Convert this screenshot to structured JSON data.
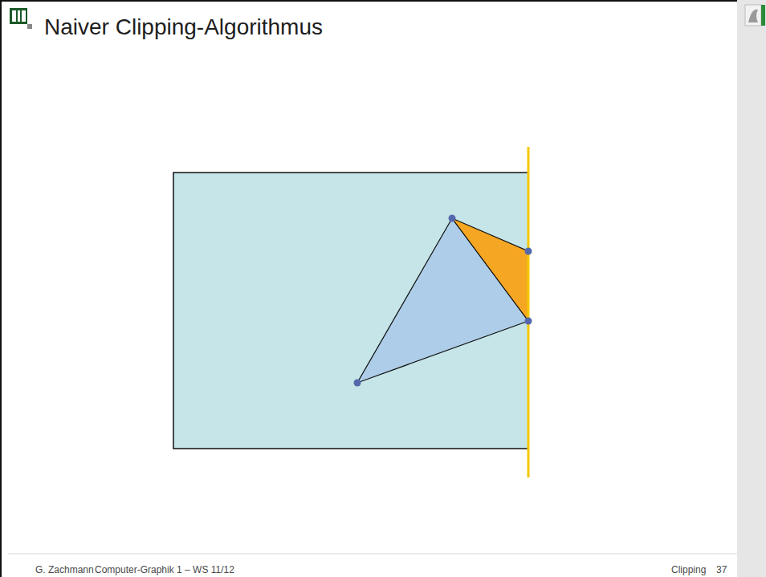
{
  "diagram": {
    "title": "Naiver Clipping-Algorithmus",
    "labels": [
      "G. Zachmann",
      "Computer-Graphik 1 – WS 11/12",
      "Clipping",
      "37"
    ]
  }
}
